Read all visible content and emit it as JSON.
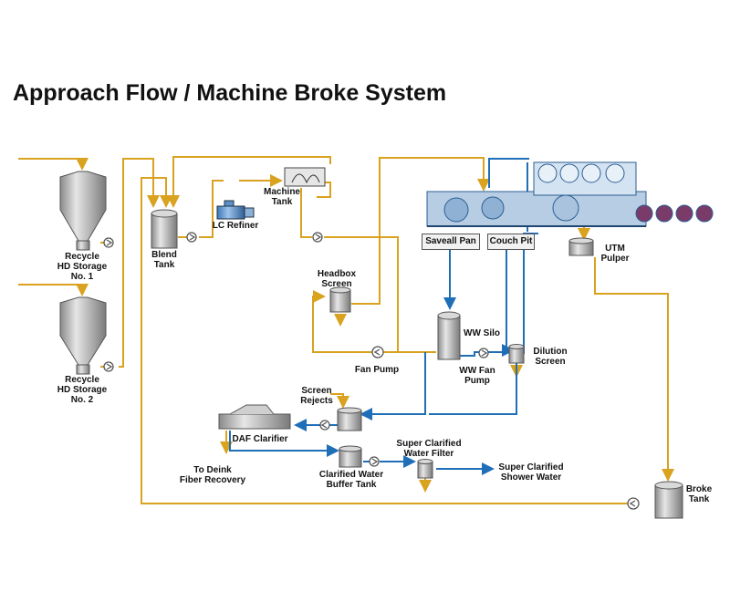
{
  "title": "Approach Flow / Machine Broke System",
  "colors": {
    "pulp_line": "#D9A21F",
    "water_line": "#1F6FB8",
    "tank_fill": "#c9c9c9",
    "machine_fill": "#b7cde4"
  },
  "labels": {
    "recycle_hd_1": [
      "Recycle",
      "HD Storage",
      "No. 1"
    ],
    "recycle_hd_2": [
      "Recycle",
      "HD Storage",
      "No. 2"
    ],
    "blend_tank": [
      "Blend",
      "Tank"
    ],
    "lc_refiner": [
      "LC Refiner"
    ],
    "machine_tank": [
      "Machine",
      "Tank"
    ],
    "headbox_screen": [
      "Headbox",
      "Screen"
    ],
    "fan_pump": [
      "Fan Pump"
    ],
    "ww_silo": [
      "WW Silo"
    ],
    "ww_fan_pump": [
      "WW Fan",
      "Pump"
    ],
    "dilution_screen": [
      "Dilution",
      "Screen"
    ],
    "utm_pulper": [
      "UTM",
      "Pulper"
    ],
    "screen_rejects": [
      "Screen",
      "Rejects"
    ],
    "daf_clarifier": [
      "DAF Clarifier"
    ],
    "to_deink": [
      "To Deink",
      "Fiber Recovery"
    ],
    "clarified_water": [
      "Clarified Water",
      "Buffer Tank"
    ],
    "super_filter": [
      "Super Clarified",
      "Water Filter"
    ],
    "super_shower": [
      "Super Clarified",
      "Shower Water"
    ],
    "broke_tank": [
      "Broke",
      "Tank"
    ]
  },
  "boxes": {
    "saveall_pan": "Saveall Pan",
    "couch_pit": "Couch Pit"
  }
}
